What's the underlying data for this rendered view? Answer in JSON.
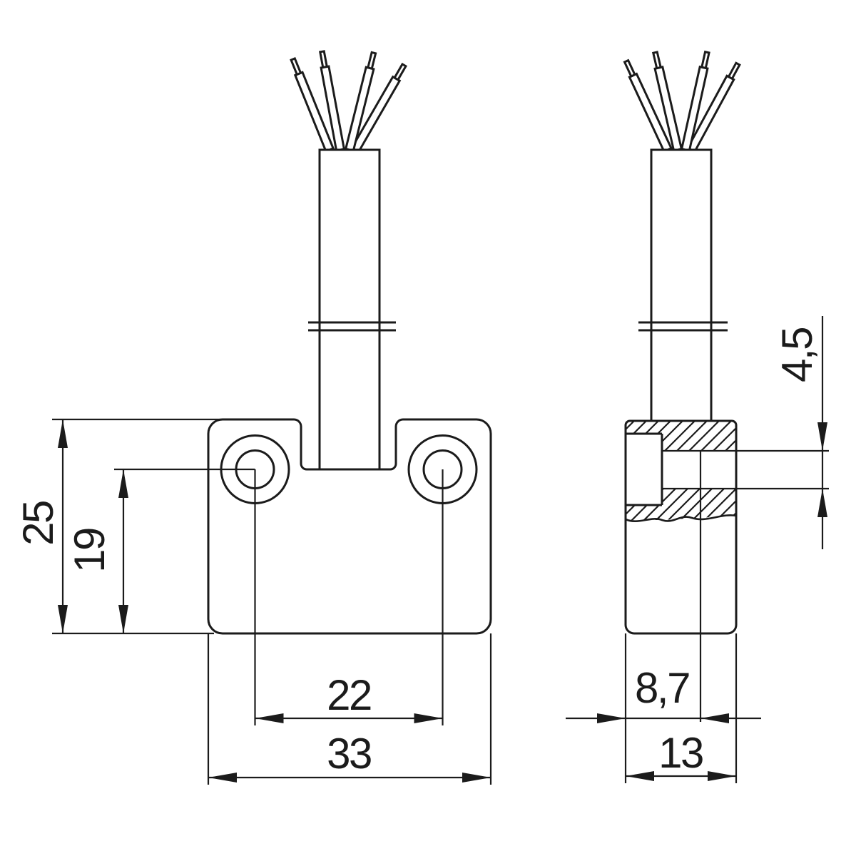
{
  "colors": {
    "background": "#ffffff",
    "line": "#1b1b1b"
  },
  "front_view": {
    "dim_overall_height": "25",
    "dim_hole_center_from_bottom": "19",
    "dim_hole_spacing": "22",
    "dim_overall_width": "33"
  },
  "side_view": {
    "dim_recess_depth": "4,5",
    "dim_step_width": "8,7",
    "dim_overall_depth": "13"
  }
}
